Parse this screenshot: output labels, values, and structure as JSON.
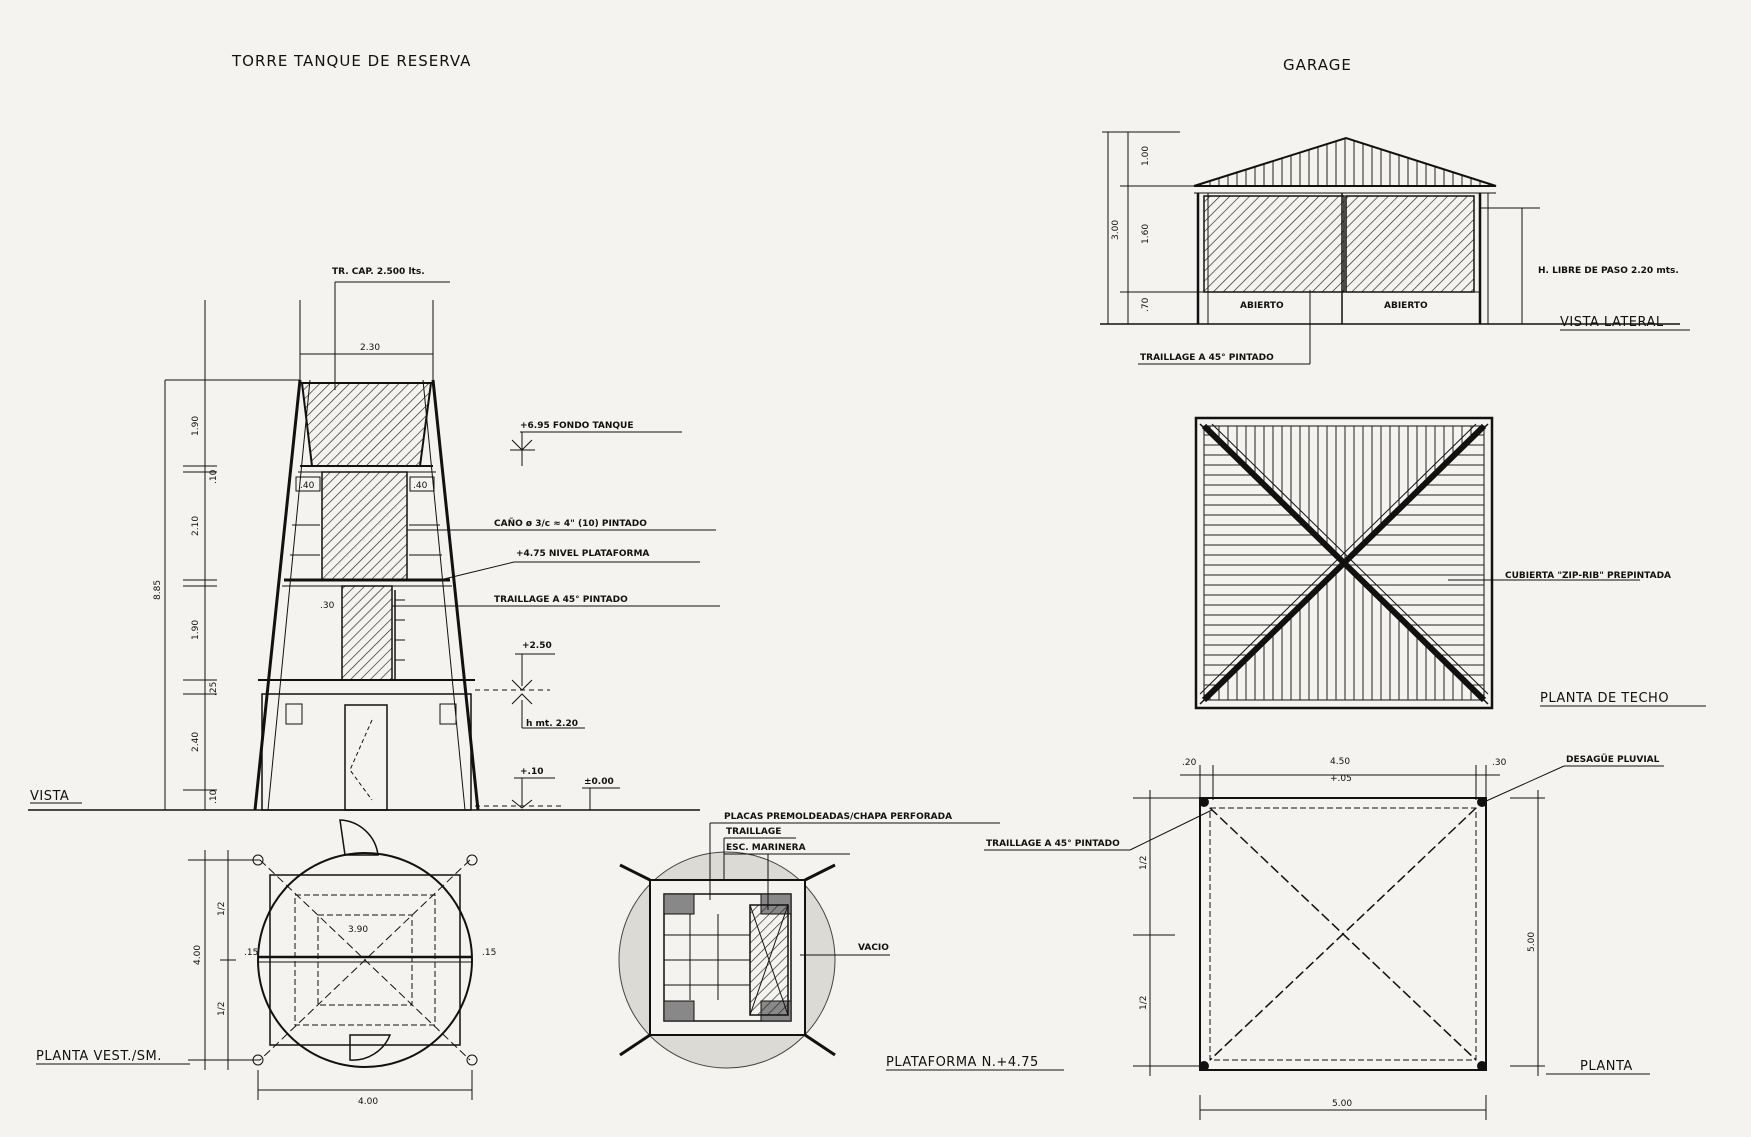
{
  "titles": {
    "tower": "TORRE TANQUE DE RESERVA",
    "garage": "GARAGE"
  },
  "tower_elevation": {
    "tank_label": "TR. CAP. 2.500 lts.",
    "top_width": "2.30",
    "level_tank": "+6.95 FONDO TANQUE",
    "pipe": "CAÑO ø 3/c ≈ 4\" (10) PINTADO",
    "level_platform": "+4.75 NIVEL PLATAFORMA",
    "trellis": "TRAILLAGE A 45° PINTADO",
    "level_250": "+2.50",
    "hmt": "h mt. 2.20",
    "level_010": "+.10",
    "level_000": "±0.00",
    "view": "VISTA",
    "total_height": "8.85",
    "dims": [
      "1.90",
      ".10",
      "2.10",
      "1.90",
      ".25",
      "2.40",
      ".10"
    ],
    "small_40": ".40",
    "small_40b": ".40",
    "small_30": ".30"
  },
  "tower_plan": {
    "label": "PLANTA VEST./SM.",
    "width": "4.00",
    "inner": "3.90",
    "side_left": ".15",
    "side_right": ".15",
    "height": "4.00",
    "half1": "1/2",
    "half2": "1/2"
  },
  "platform_plan": {
    "label": "PLATAFORMA N.+4.75",
    "plates": "PLACAS PREMOLDEADAS/CHAPA PERFORADA",
    "trellis": "TRAILLAGE",
    "ladder": "ESC. MARINERA",
    "void": "VACIO"
  },
  "garage_side": {
    "label": "VISTA LATERAL",
    "clearance": "H. LIBRE DE PASO 2.20 mts.",
    "open1": "ABIERTO",
    "open2": "ABIERTO",
    "trellis": "TRAILLAGE A 45° PINTADO",
    "height": "3.00",
    "dims": [
      "1.00",
      "1.60",
      ".70"
    ]
  },
  "garage_roof": {
    "label": "PLANTA DE TECHO",
    "cover": "CUBIERTA \"ZIP-RIB\" PREPINTADA"
  },
  "garage_plan": {
    "label": "PLANTA",
    "drain": "DESAGÜE PLUVIAL",
    "trellis": "TRAILLAGE A 45° PINTADO",
    "width": "4.50",
    "mid": "+.05",
    "left_off": ".20",
    "right_off": ".30",
    "depth": "5.00",
    "bottom": "5.00",
    "half1": "1/2",
    "half2": "1/2"
  }
}
